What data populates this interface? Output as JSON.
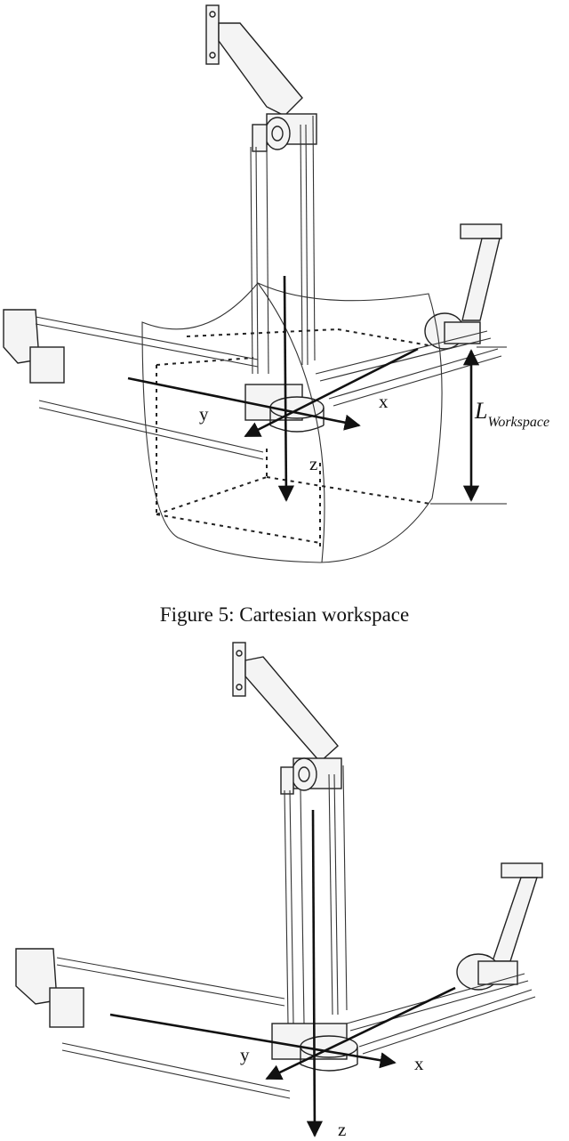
{
  "figure1": {
    "axis_x": "x",
    "axis_y": "y",
    "axis_z": "z",
    "dimension_label_main": "L",
    "dimension_label_sub": "Workspace",
    "caption": "Figure 5: Cartesian workspace"
  },
  "figure2": {
    "axis_x": "x",
    "axis_y": "y",
    "axis_z": "z"
  }
}
